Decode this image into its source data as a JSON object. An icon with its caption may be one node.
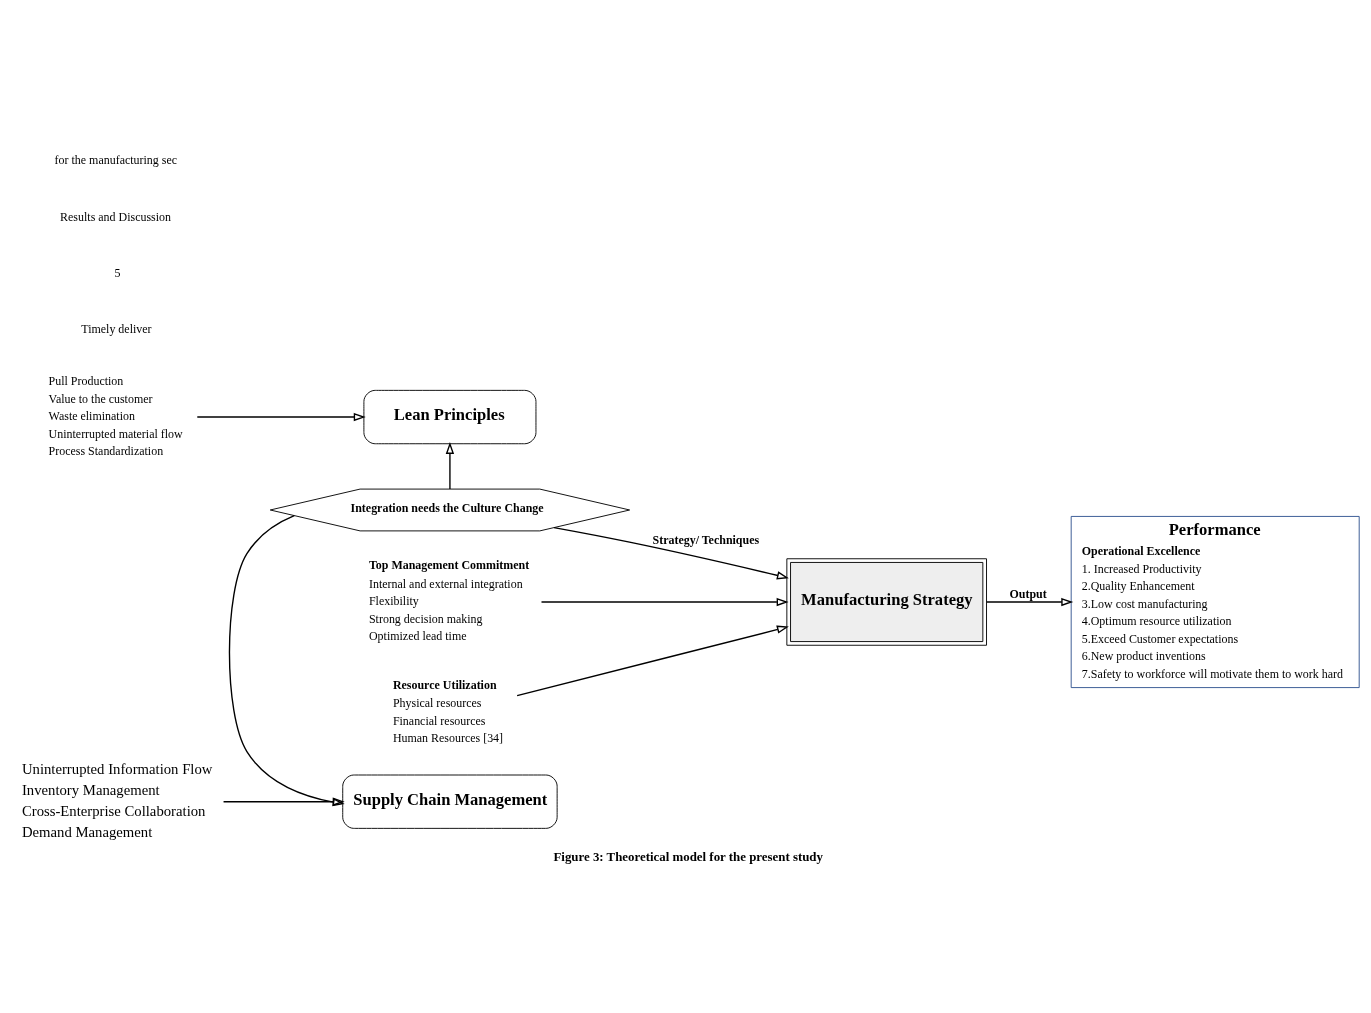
{
  "diagram": {
    "caption": "Figure 3: Theoretical model for the present study",
    "nodes": [
      {
        "text": [
          "Pull Production",
          "Value to the customer",
          "Waste elimination",
          "Uninterrupted material flow",
          "Process Standardization"
        ]
      },
      {
        "text": [
          "Lean Principles"
        ]
      },
      {
        "text": [
          "Integration needs the Culture Change"
        ]
      },
      {
        "text": [
          "Supply Chain Management"
        ]
      },
      {
        "text": [
          "Uninterrupted Information Flow",
          "Inventory Management",
          "Cross-Enterprise Collaboration",
          "Demand Management"
        ]
      },
      {
        "text": [
          "Manufacturing Strategy"
        ]
      },
      {
        "text": [
          "Top Management Commitment",
          "Internal and external integration",
          "Flexibility",
          "Strong decision making",
          "Optimized lead time"
        ]
      },
      {
        "text": [
          "Resource Utilization",
          "Physical resources",
          "Financial resources",
          "Human Resources [34]"
        ]
      },
      {
        "text": [
          "Performance",
          "Operational Excellence",
          "1. Increased Productivity",
          "2.Quality Enhancement",
          "3.Low cost manufacturing",
          "4.Optimum resource utilization",
          "5.Exceed Customer expectations",
          "6.New product inventions",
          "7.Safety to workforce will motivate them to work hard"
        ]
      }
    ],
    "edges": [
      {
        "from": 0,
        "to": 1,
        "arrow": "to"
      },
      {
        "from": 2,
        "to": 1,
        "arrow": "to"
      },
      {
        "from": 2,
        "to": 3,
        "arrow": "to"
      },
      {
        "from": 4,
        "to": 3,
        "arrow": "to"
      },
      {
        "from": 2,
        "to": 5,
        "arrow": "to",
        "label": "Strategy/ Techniques"
      },
      {
        "from": 6,
        "to": 5,
        "arrow": "to"
      },
      {
        "from": 7,
        "to": 5,
        "arrow": "to"
      },
      {
        "from": 5,
        "to": 8,
        "arrow": "to",
        "label": "Output"
      }
    ],
    "labels": [
      "Timely deliver",
      "5",
      "Results and Discussion",
      "for the manufacturing sec"
    ]
  }
}
